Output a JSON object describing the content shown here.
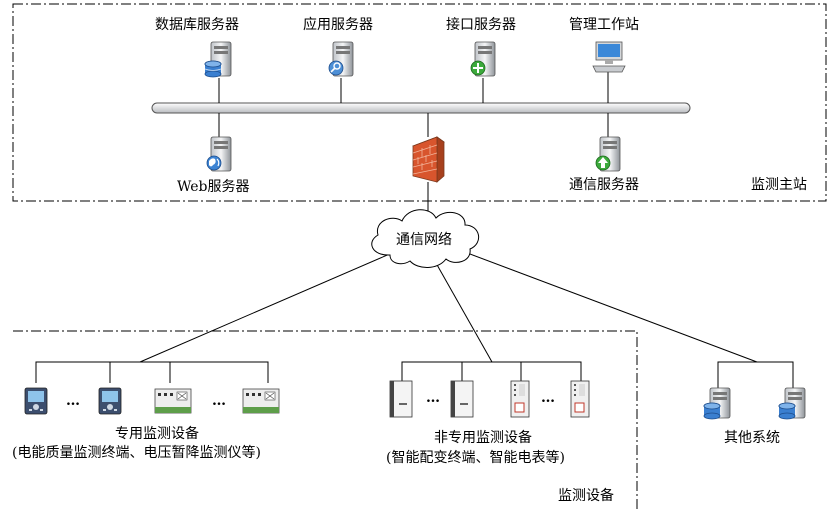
{
  "master_station": {
    "title": "监测主站",
    "servers_top": [
      {
        "label": "数据库服务器",
        "icon": "database-server-icon"
      },
      {
        "label": "应用服务器",
        "icon": "application-server-icon"
      },
      {
        "label": "接口服务器",
        "icon": "interface-server-icon"
      },
      {
        "label": "管理工作站",
        "icon": "workstation-icon"
      }
    ],
    "servers_bottom": [
      {
        "label": "Web服务器",
        "icon": "web-server-icon"
      },
      {
        "label": "通信服务器",
        "icon": "communication-server-icon"
      }
    ],
    "firewall": {
      "icon": "firewall-icon"
    }
  },
  "network": {
    "label": "通信网络"
  },
  "monitoring_devices": {
    "title": "监测设备",
    "dedicated": {
      "label": "专用监测设备",
      "sublabel": "(电能质量监测终端、电压暂降监测仪等)"
    },
    "non_dedicated": {
      "label": "非专用监测设备",
      "sublabel": "(智能配变终端、智能电表等)"
    },
    "ellipsis": "…"
  },
  "other_systems": {
    "label": "其他系统"
  }
}
